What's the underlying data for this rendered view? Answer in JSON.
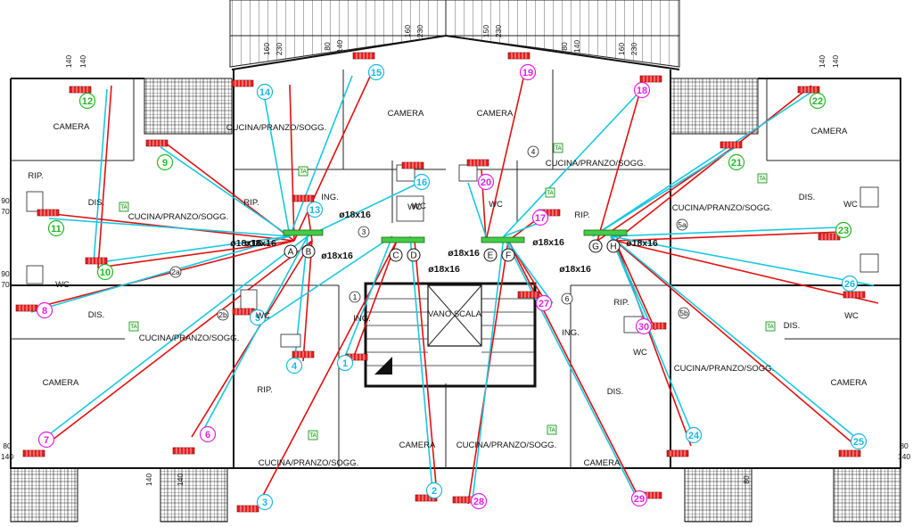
{
  "rooms": [
    {
      "id": "r1",
      "label": "CAMERA"
    },
    {
      "id": "r2",
      "label": "CAMERA"
    },
    {
      "id": "r3",
      "label": "CAMERA"
    },
    {
      "id": "r4",
      "label": "CAMERA"
    },
    {
      "id": "r5",
      "label": "CAMERA"
    },
    {
      "id": "r6",
      "label": "CAMERA"
    },
    {
      "id": "r7",
      "label": "CAMERA"
    },
    {
      "id": "r8",
      "label": "CAMERA"
    },
    {
      "id": "r9",
      "label": "CUCINA/PRANZO/SOGG."
    },
    {
      "id": "r10",
      "label": "CUCINA/PRANZO/SOGG."
    },
    {
      "id": "r11",
      "label": "CUCINA/PRANZO/SOGG."
    },
    {
      "id": "r12",
      "label": "CUCINA/PRANZO/SOGG."
    },
    {
      "id": "r13",
      "label": "CUCINA/PRANZO/SOGG."
    },
    {
      "id": "r14",
      "label": "CUCINA/PRANZO/SOGG."
    },
    {
      "id": "r15",
      "label": "CUCINA/PRANZO/SOGG."
    },
    {
      "id": "r16",
      "label": "CUCINA/PRANZO/SOGG."
    },
    {
      "id": "r17",
      "label": "RIP."
    },
    {
      "id": "r18",
      "label": "RIP."
    },
    {
      "id": "r19",
      "label": "RIP."
    },
    {
      "id": "r20",
      "label": "RIP."
    },
    {
      "id": "r21",
      "label": "RIP."
    },
    {
      "id": "r22",
      "label": "DIS."
    },
    {
      "id": "r23",
      "label": "DIS."
    },
    {
      "id": "r24",
      "label": "DIS."
    },
    {
      "id": "r25",
      "label": "DIS."
    },
    {
      "id": "r26",
      "label": "DIS."
    },
    {
      "id": "r27",
      "label": "WC"
    },
    {
      "id": "r28",
      "label": "WC"
    },
    {
      "id": "r29",
      "label": "WC"
    },
    {
      "id": "r30",
      "label": "WC"
    },
    {
      "id": "r31",
      "label": "WC"
    },
    {
      "id": "r32",
      "label": "WC"
    },
    {
      "id": "r33",
      "label": "WC"
    },
    {
      "id": "r34",
      "label": "WC"
    },
    {
      "id": "r35",
      "label": "ING."
    },
    {
      "id": "r36",
      "label": "ING."
    },
    {
      "id": "r37",
      "label": "ING."
    },
    {
      "id": "r38",
      "label": "VANO SCALA"
    }
  ],
  "radiators": [
    {
      "n": "1",
      "color": "#18b8e0"
    },
    {
      "n": "2",
      "color": "#18b8e0"
    },
    {
      "n": "3",
      "color": "#18b8e0"
    },
    {
      "n": "4",
      "color": "#18b8e0"
    },
    {
      "n": "5",
      "color": "#18b8e0"
    },
    {
      "n": "6",
      "color": "#e020e0"
    },
    {
      "n": "7",
      "color": "#e020e0"
    },
    {
      "n": "8",
      "color": "#e020e0"
    },
    {
      "n": "9",
      "color": "#22b822"
    },
    {
      "n": "10",
      "color": "#22b822"
    },
    {
      "n": "11",
      "color": "#22b822"
    },
    {
      "n": "12",
      "color": "#22b822"
    },
    {
      "n": "13",
      "color": "#18b8e0"
    },
    {
      "n": "14",
      "color": "#18b8e0"
    },
    {
      "n": "15",
      "color": "#18b8e0"
    },
    {
      "n": "16",
      "color": "#18b8e0"
    },
    {
      "n": "17",
      "color": "#e020e0"
    },
    {
      "n": "18",
      "color": "#e020e0"
    },
    {
      "n": "19",
      "color": "#e020e0"
    },
    {
      "n": "20",
      "color": "#e020e0"
    },
    {
      "n": "21",
      "color": "#22b822"
    },
    {
      "n": "22",
      "color": "#22b822"
    },
    {
      "n": "23",
      "color": "#22b822"
    },
    {
      "n": "24",
      "color": "#18b8e0"
    },
    {
      "n": "25",
      "color": "#18b8e0"
    },
    {
      "n": "26",
      "color": "#18b8e0"
    },
    {
      "n": "27",
      "color": "#e020e0"
    },
    {
      "n": "28",
      "color": "#e020e0"
    },
    {
      "n": "29",
      "color": "#e020e0"
    },
    {
      "n": "30",
      "color": "#e020e0"
    }
  ],
  "manifolds": [
    "A",
    "B",
    "C",
    "D",
    "E",
    "F",
    "G",
    "H"
  ],
  "apartments": [
    "1",
    "2a",
    "2b",
    "3",
    "4",
    "5a",
    "5b",
    "6"
  ],
  "pipe_labels": [
    "ø18x16",
    "ø18x16",
    "ø18x16",
    "ø18x16",
    "ø18x16",
    "ø18x16",
    "ø18x16",
    "ø18x16",
    "ø18x16"
  ],
  "dimensions": [
    "140",
    "140",
    "160",
    "230",
    "80",
    "140",
    "160",
    "230",
    "150",
    "230",
    "80",
    "140",
    "160",
    "230",
    "140",
    "140",
    "90",
    "70",
    "90",
    "70",
    "140",
    "80",
    "140",
    "80",
    "140",
    "80",
    "140"
  ],
  "ta_label": "TA",
  "colors": {
    "supply": "#e11010",
    "return": "#18c8e0",
    "manifold": "#44cc44"
  }
}
